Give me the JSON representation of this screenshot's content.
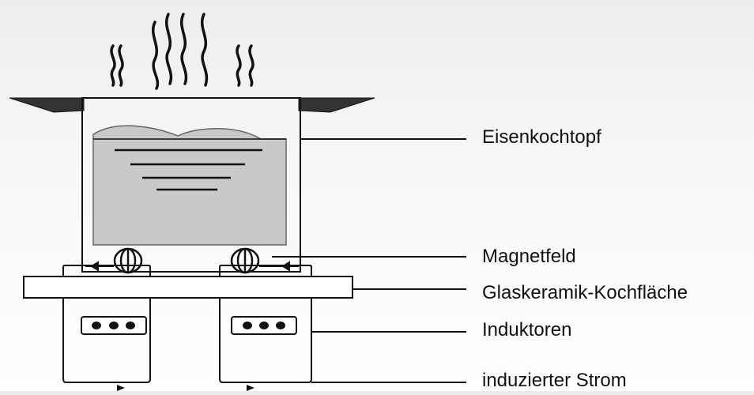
{
  "labels": {
    "pot": "Eisenkochtopf",
    "field": "Magnetfeld",
    "surface": "Glaskeramik-Kochfläche",
    "inductors": "Induktoren",
    "current": "induzierter Strom"
  },
  "colors": {
    "line": "#111111",
    "water": "#c9c9c9",
    "background_top": "#ededed",
    "background_bottom": "#ffffff"
  },
  "icons": [
    "steam-icon",
    "magnetic-field-coil-icon",
    "inductor-control-icon"
  ]
}
